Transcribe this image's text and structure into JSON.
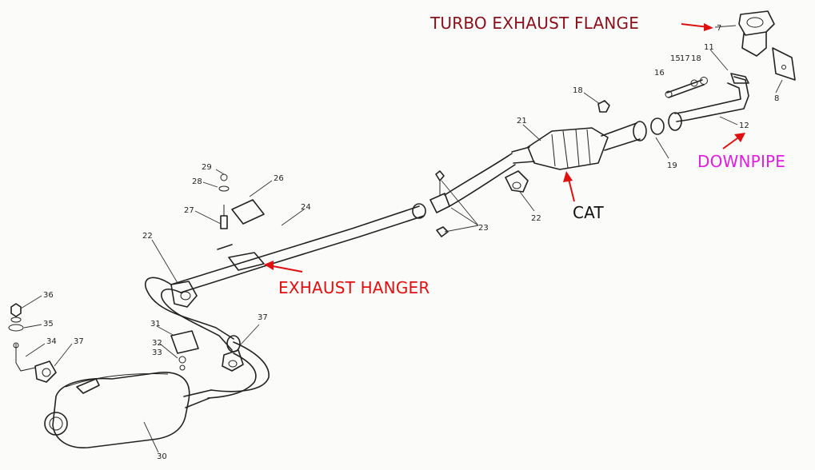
{
  "callouts": {
    "turbo": {
      "text": "TURBO EXHAUST FLANGE",
      "color": "#8b0f1a"
    },
    "downpipe": {
      "text": "DOWNPIPE",
      "color": "#e01de0"
    },
    "cat": {
      "text": "CAT",
      "color": "#111111"
    },
    "hanger": {
      "text": "EXHAUST HANGER",
      "color": "#e01010"
    }
  },
  "part_numbers": {
    "n7": "7",
    "n8": "8",
    "n11": "11",
    "n12": "12",
    "n15": "15",
    "n16": "16",
    "n17": "17",
    "n18a": "18",
    "n18b": "18",
    "n19": "19",
    "n21": "21",
    "n22a": "22",
    "n22b": "22",
    "n23": "23",
    "n24": "24",
    "n26": "26",
    "n27": "27",
    "n28": "28",
    "n29": "29",
    "n30": "30",
    "n31": "31",
    "n32": "32",
    "n33": "33",
    "n34": "34",
    "n35": "35",
    "n36": "36",
    "n37a": "37",
    "n37b": "37"
  },
  "colors": {
    "arrow": "#e01010",
    "line": "#222222",
    "paper": "#fbfbfa"
  }
}
